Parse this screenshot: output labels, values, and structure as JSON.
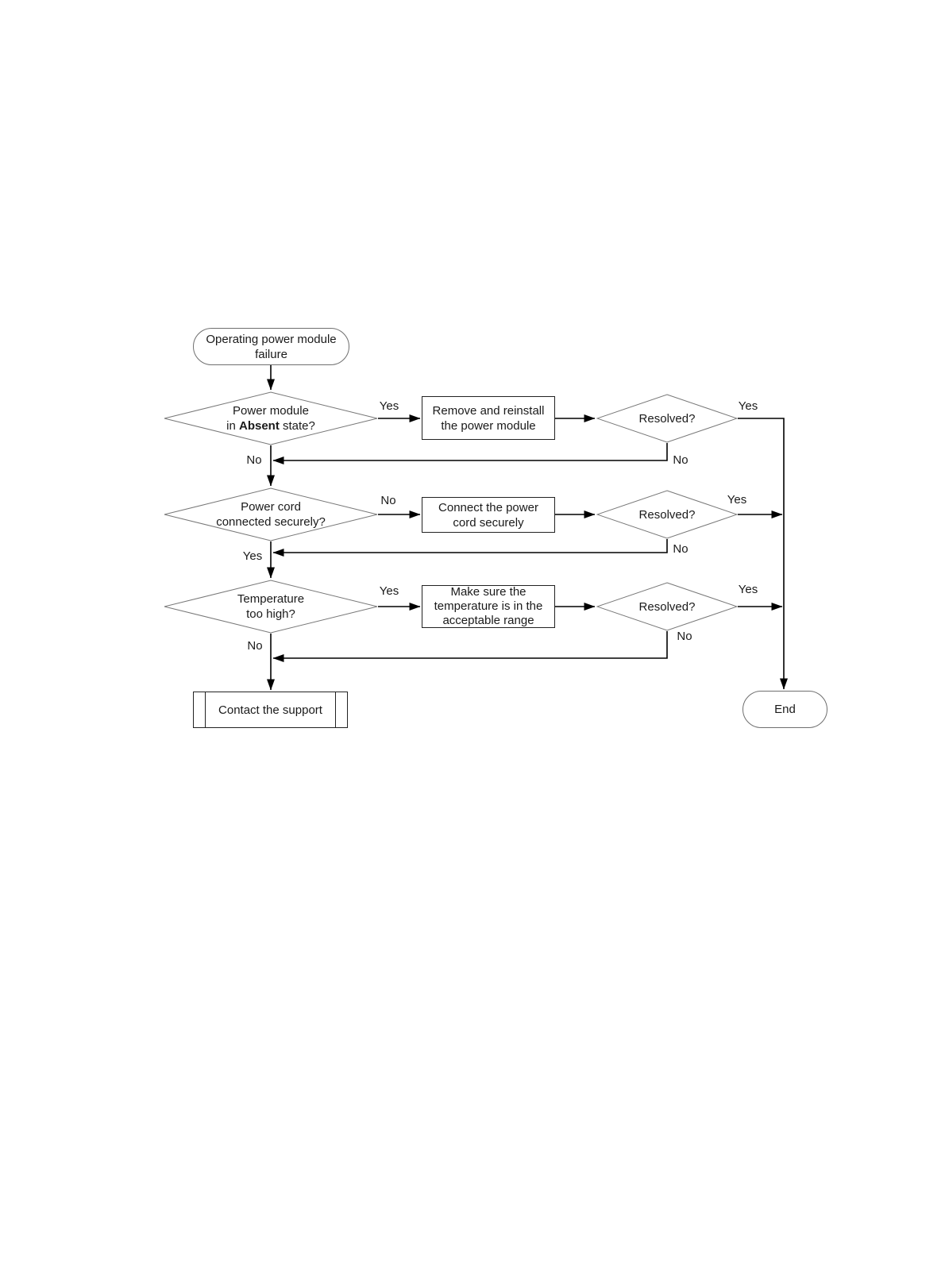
{
  "colors": {
    "background": "#ffffff",
    "line": "#000000",
    "shape_border": "#6f6f6f"
  },
  "flowchart": {
    "start": {
      "line1": "Operating power module",
      "line2": "failure"
    },
    "decision_absent": {
      "line1": "Power module",
      "line2_before": "in",
      "line2_bold": "Absent",
      "line2_after": "state?"
    },
    "process_reinstall": {
      "line1": "Remove and reinstall",
      "line2": "the power module"
    },
    "decision_resolved1": {
      "label": "Resolved?"
    },
    "decision_cord": {
      "line1": "Power cord",
      "line2": "connected securely?"
    },
    "process_connect": {
      "line1": "Connect the power",
      "line2": "cord securely"
    },
    "decision_resolved2": {
      "label": "Resolved?"
    },
    "decision_temp": {
      "line1": "Temperature",
      "line2": "too high?"
    },
    "process_temp": {
      "line1": "Make sure the",
      "line2": "temperature is in the",
      "line3": "acceptable range"
    },
    "decision_resolved3": {
      "label": "Resolved?"
    },
    "predefined_contact": {
      "label": "Contact the support"
    },
    "end": {
      "label": "End"
    },
    "labels": {
      "yes1": "Yes",
      "yes1_right": "Yes",
      "no1_left": "No",
      "no1_below": "No",
      "no2": "No",
      "yes2_right": "Yes",
      "yes2_left": "Yes",
      "no2_below": "No",
      "yes3": "Yes",
      "yes3_right": "Yes",
      "no3_left": "No",
      "no3_below": "No"
    }
  }
}
